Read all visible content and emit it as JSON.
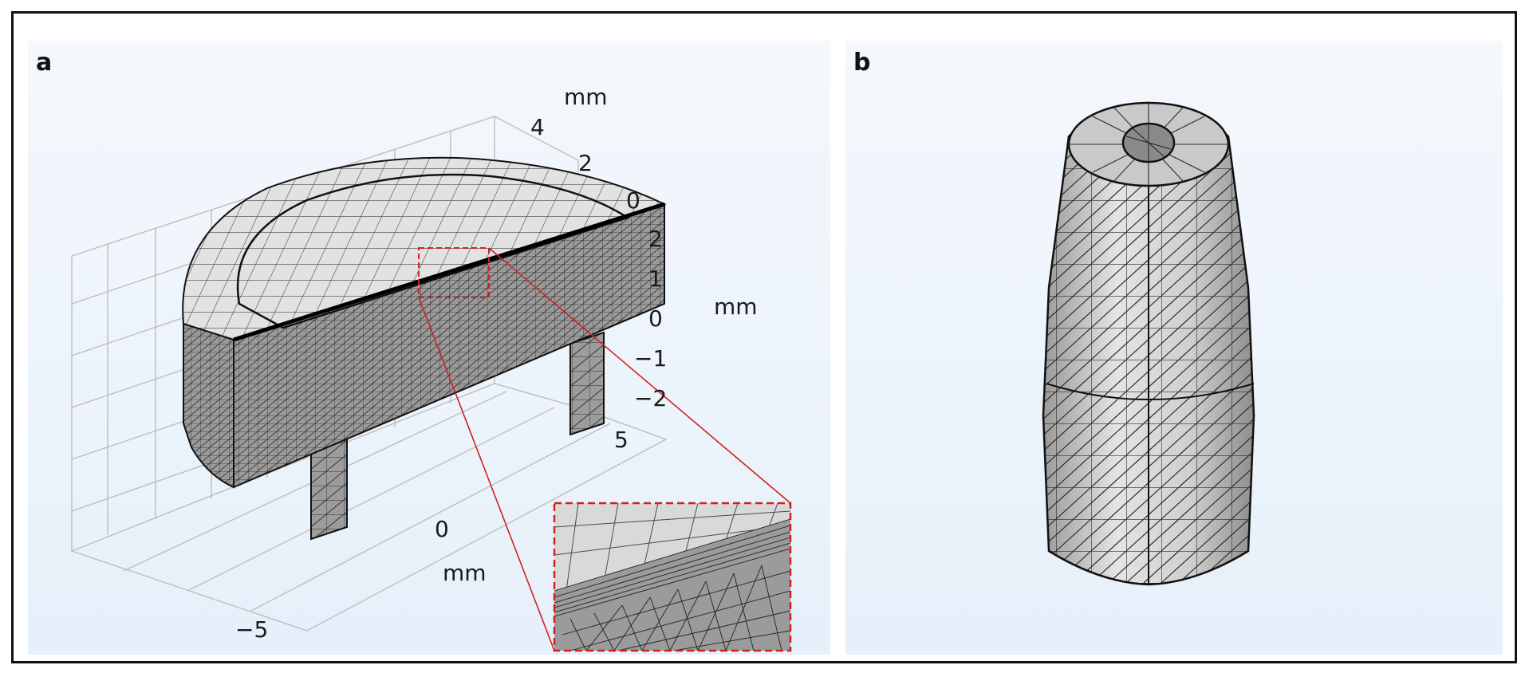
{
  "panels": {
    "a": {
      "label": "a",
      "axis_unit": "mm",
      "vertical_ticks": [
        "4",
        "2",
        "0"
      ],
      "right_ticks": [
        "2",
        "1",
        "0",
        "−1",
        "−2"
      ],
      "depth_ticks": [
        "5",
        "0",
        "−5"
      ]
    },
    "b": {
      "label": "b"
    }
  },
  "colors": {
    "background_top": "#f4f8fc",
    "background_bottom": "#e7f1fb",
    "mesh_fill": "#dcdcdc",
    "mesh_side": "#8c8c8c",
    "highlight": "#d22020"
  }
}
